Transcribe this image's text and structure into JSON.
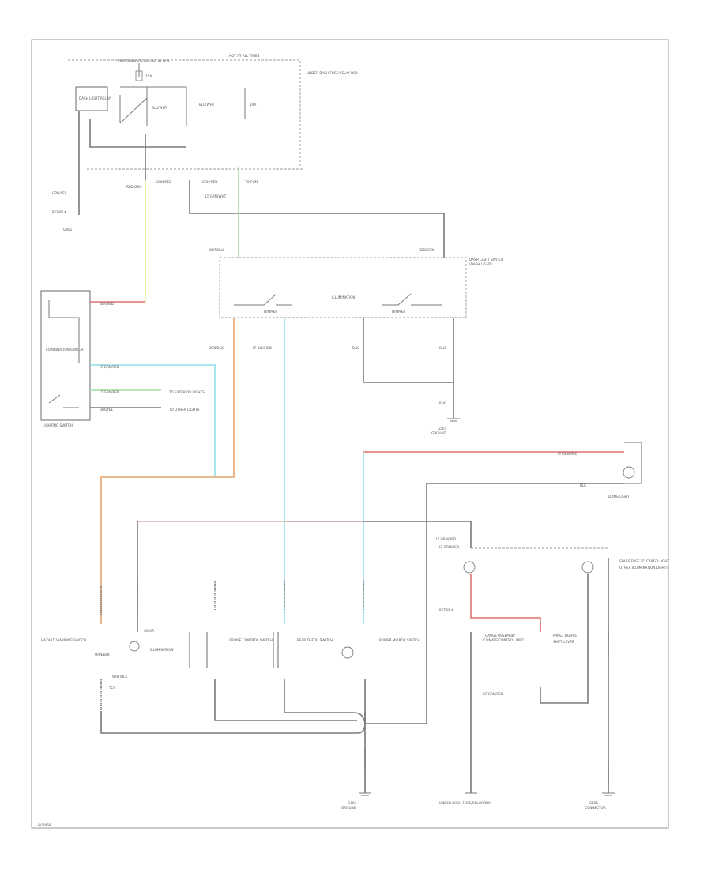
{
  "colors": {
    "frame": "#aaaaaa",
    "wire_default": "#7a7a7a",
    "wire_yellow": "#e8ec8a",
    "wire_light_green": "#9fe09f",
    "wire_light_blue": "#8fe0e8",
    "wire_orange": "#e8a36c",
    "wire_red": "#e07070",
    "wire_pink": "#e0b0b0"
  },
  "labels": {
    "hot_at_all_times": "HOT AT ALL TIMES",
    "underhood_fuse": "UNDERHOOD FUSE/RELAY BOX",
    "fuse_15a": "15A",
    "fuse_10a": "10A",
    "relay_label": "DASH LIGHT RELAY",
    "under_dash_fuse": "UNDER-DASH FUSE/RELAY BOX",
    "wire_c1": "BLU/WHT",
    "wire_c2": "BLU/WHT",
    "wire_c3": "GRN/YEL",
    "wire_c4": "RED/BLK",
    "wire_c5": "RED/GRN",
    "wire_c6": "GRN/RED",
    "wire_c7": "LT GRN/WHT",
    "to_pcm": "TO PCM",
    "ground_g401": "G401",
    "wht_blu": "WHT/BLU",
    "red_grn_upper": "RED/GRN",
    "dash_light_switch": "DASH LIGHT SWITCH",
    "dash_light_switch_sub": "(DASH LIGHT)",
    "switch_label_a": "DIMMER",
    "switch_label_b": "DIMMER",
    "illumination": "ILLUMINATION",
    "orange_wire": "ORN/BLK",
    "lt_blu_red": "LT BLU/RED",
    "blk_a": "BLK",
    "blk_b": "BLK",
    "blk_c": "BLK",
    "ground_g501": "G501",
    "combination_switch": "COMBINATION SWITCH",
    "lighting_switch": "LIGHTING SWITCH",
    "sub_a": "BLK/RED",
    "lt_grn_red_b": "LT GRN/RED",
    "lt_grn_red_c": "LT GRN/RED",
    "blk_yel": "BLK/YEL",
    "to_illumination": "TO EXTERIOR LIGHTS",
    "to_other": "TO OTHER LIGHTS",
    "gauge_assembly": "GAUGE ASSEMBLY",
    "panel_lights": "PANEL LIGHTS",
    "lt_grn_red_right": "LT GRN/RED",
    "red_blk_right": "RED/BLK",
    "blk_right": "BLK",
    "dome_light": "DOME LIGHT",
    "lt_grn_red_mid": "LT GRN/RED",
    "dome_sub_text": "SPARE FUSE TO CARGO LIGHT",
    "dome_sub_text2": "OTHER ILLUMINATION LIGHTS",
    "hazard_warning": "HAZARD WARNING SWITCH",
    "orn_blk_left": "ORN/BLK",
    "ignition": "ILLUMINATION",
    "cigar": "CIGAR",
    "cruise": "CRUISE CONTROL SWITCH",
    "rear_defog": "REAR DEFOG SWITCH",
    "power_mirror": "POWER MIRROR SWITCH",
    "wht_blk": "WHT/BLK",
    "tcm": "TCS",
    "climate": "CLIMATE CONTROL UNIT",
    "shift_lever": "SHIFT LEVER",
    "lt_grn_red_d": "LT GRN/RED",
    "lt_grn_red_e": "LT GRN/RED",
    "ground_g401b": "G401",
    "ground_g401_sub": "GROUND",
    "sub_relay_box": "UNDER-DASH FUSE/RELAY BOX",
    "ground_g601": "G601",
    "ground_g601_sub": "CONNECTOR",
    "footer_code": "G00068"
  }
}
